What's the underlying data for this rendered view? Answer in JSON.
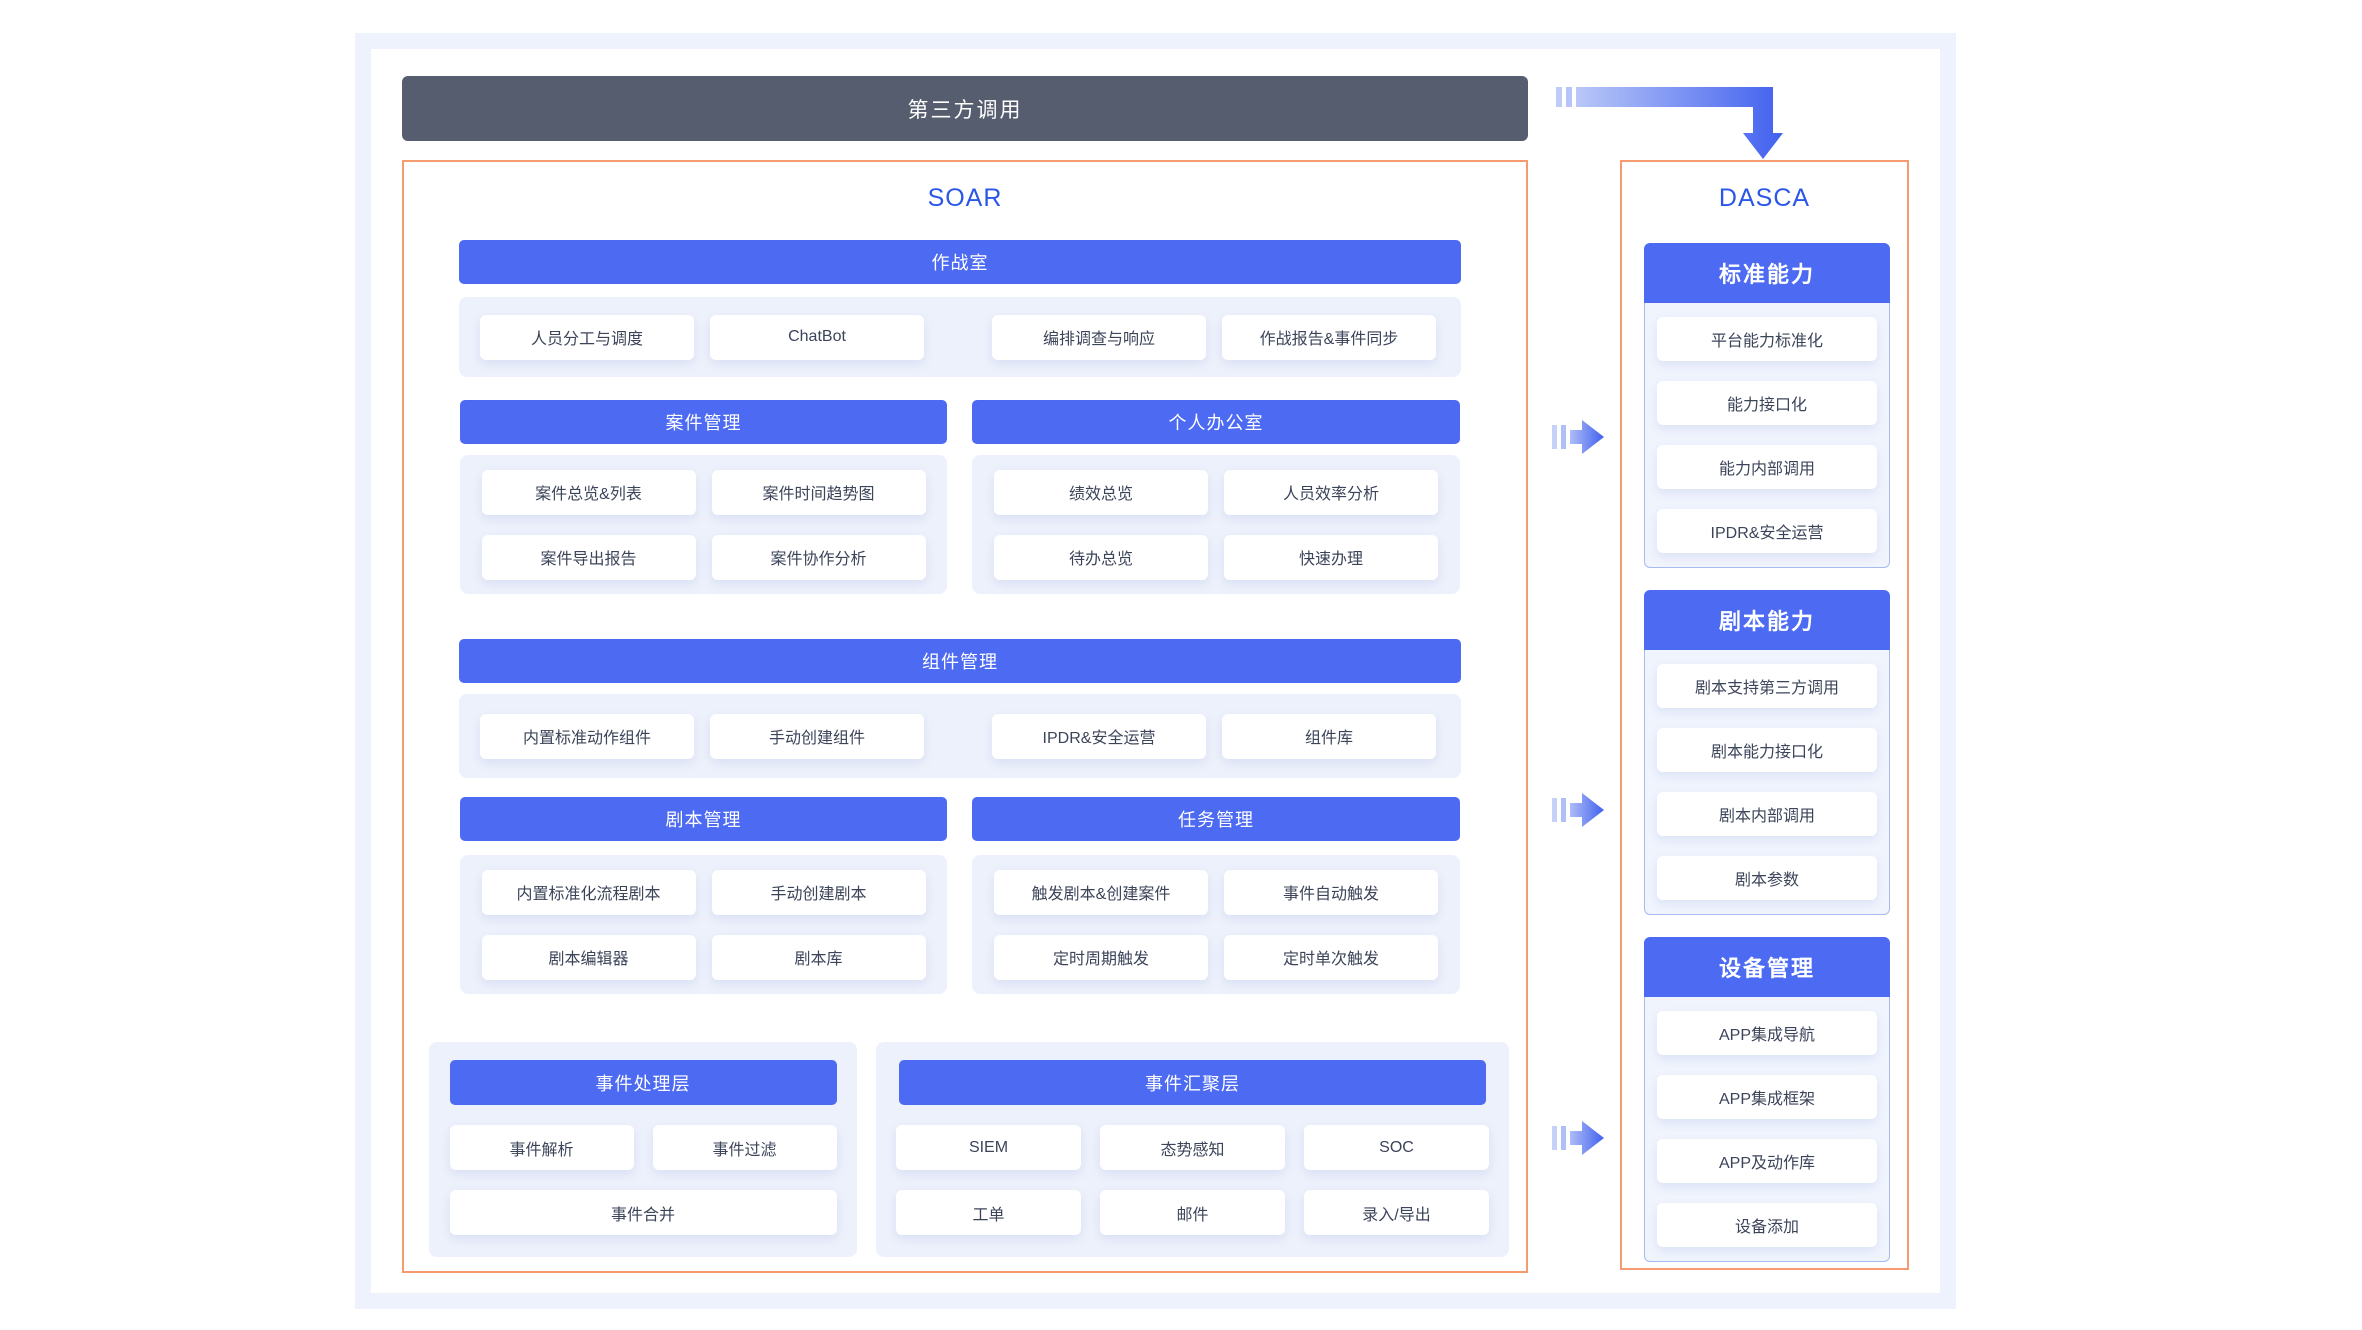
{
  "top_bar": {
    "label": "第三方调用"
  },
  "soar": {
    "title": "SOAR",
    "sections": {
      "war_room": {
        "header": "作战室",
        "items": [
          "人员分工与调度",
          "ChatBot",
          "编排调查与响应",
          "作战报告&事件同步"
        ]
      },
      "case_mgmt": {
        "header": "案件管理",
        "items": [
          "案件总览&列表",
          "案件时间趋势图",
          "案件导出报告",
          "案件协作分析"
        ]
      },
      "personal_office": {
        "header": "个人办公室",
        "items": [
          "绩效总览",
          "人员效率分析",
          "待办总览",
          "快速办理"
        ]
      },
      "component_mgmt": {
        "header": "组件管理",
        "items": [
          "内置标准动作组件",
          "手动创建组件",
          "IPDR&安全运营",
          "组件库"
        ]
      },
      "playbook_mgmt": {
        "header": "剧本管理",
        "items": [
          "内置标准化流程剧本",
          "手动创建剧本",
          "剧本编辑器",
          "剧本库"
        ]
      },
      "task_mgmt": {
        "header": "任务管理",
        "items": [
          "触发剧本&创建案件",
          "事件自动触发",
          "定时周期触发",
          "定时单次触发"
        ]
      },
      "event_processing": {
        "header": "事件处理层",
        "items": [
          "事件解析",
          "事件过滤",
          "事件合并"
        ]
      },
      "event_aggregation": {
        "header": "事件汇聚层",
        "items": [
          "SIEM",
          "态势感知",
          "SOC",
          "工单",
          "邮件",
          "录入/导出"
        ]
      }
    }
  },
  "dasca": {
    "title": "DASCA",
    "groups": [
      {
        "header": "标准能力",
        "items": [
          "平台能力标准化",
          "能力接口化",
          "能力内部调用",
          "IPDR&安全运营"
        ]
      },
      {
        "header": "剧本能力",
        "items": [
          "剧本支持第三方调用",
          "剧本能力接口化",
          "剧本内部调用",
          "剧本参数"
        ]
      },
      {
        "header": "设备管理",
        "items": [
          "APP集成导航",
          "APP集成框架",
          "APP及动作库",
          "设备添加"
        ]
      }
    ]
  },
  "colors": {
    "accent_blue": "#4c6af2",
    "accent_blue_light": "#b0c0f7",
    "dark_bar": "#555d6e",
    "panel_border_orange": "#f59b6f",
    "container_bg": "#edf1fb",
    "dasca_container_bg": "#f0f4fd",
    "dasca_container_border": "#a8baee",
    "title_blue": "#2b57e8",
    "button_text": "#3c4459",
    "frame_bg": "#edf2fd"
  }
}
